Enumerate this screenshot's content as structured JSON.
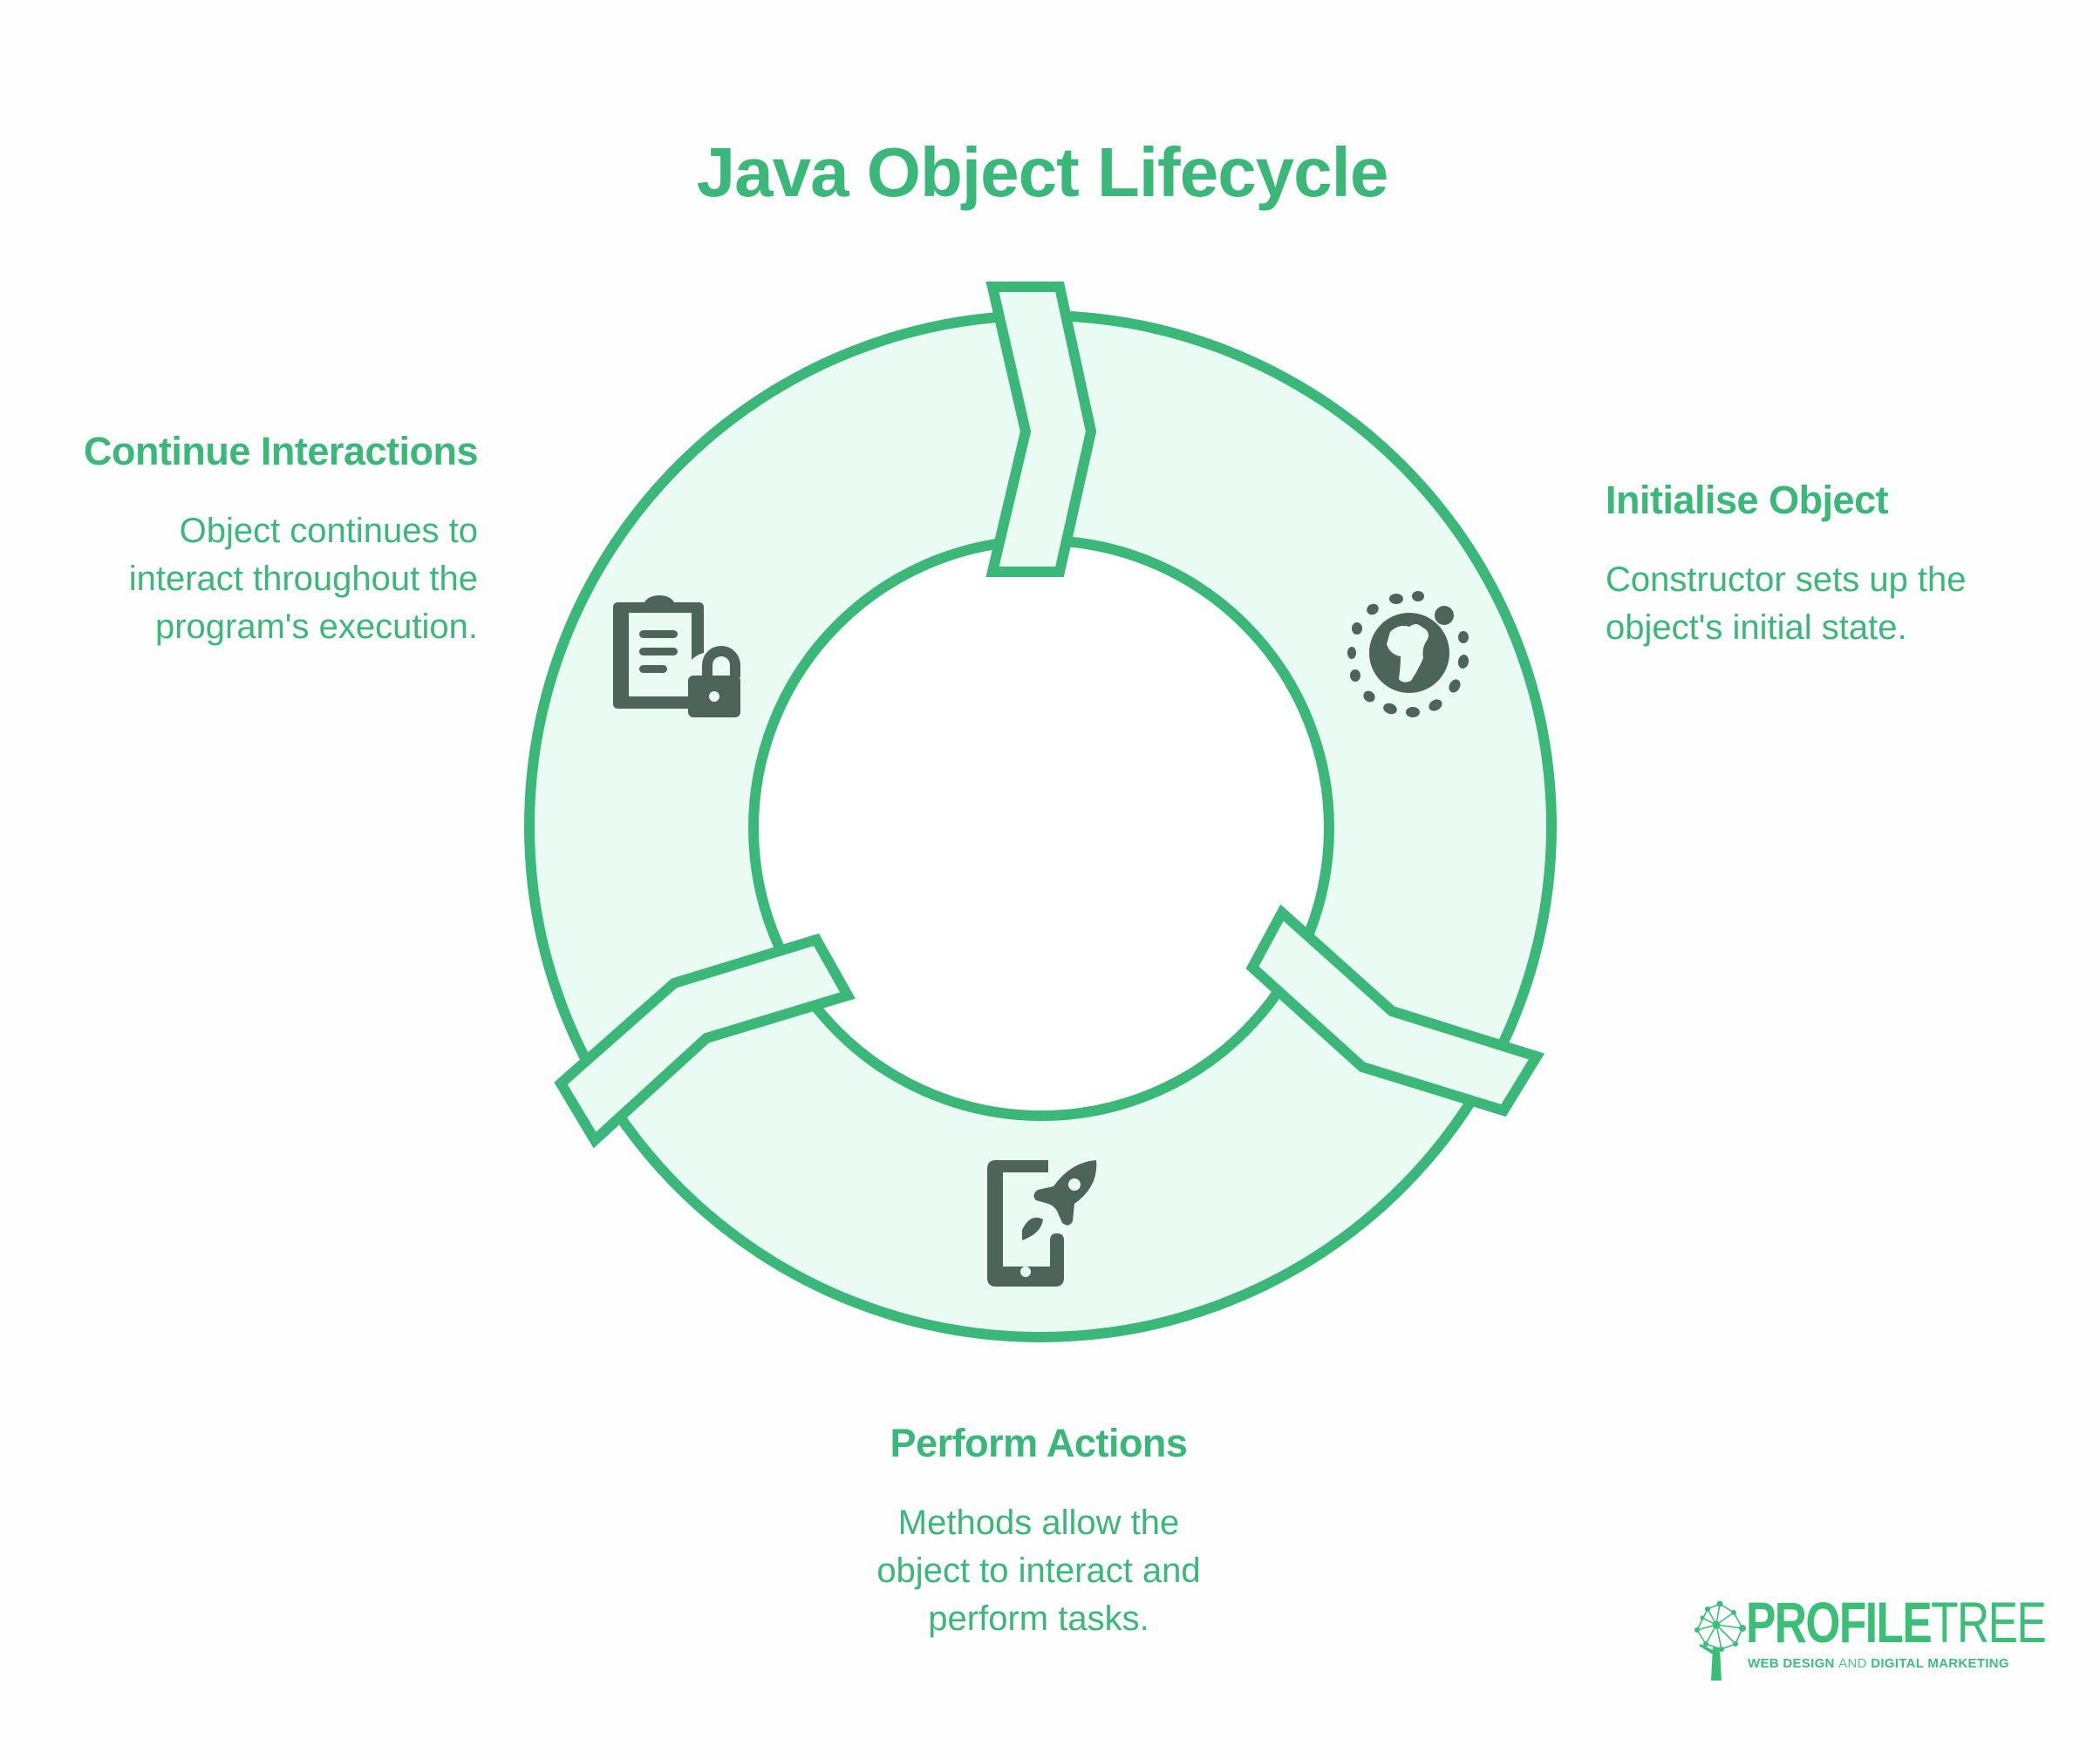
{
  "title": "Java Object Lifecycle",
  "colors": {
    "accent": "#3bb77a",
    "ring_fill": "#e9fbf2",
    "icon": "#4d6459",
    "background": "#fefefe"
  },
  "stages": [
    {
      "id": "initialise",
      "heading": "Initialise Object",
      "body": [
        "Constructor sets up the",
        "object's initial state."
      ],
      "icon": "globe-icon"
    },
    {
      "id": "perform",
      "heading": "Perform Actions",
      "body": [
        "Methods allow the",
        "object to interact and",
        "perform tasks."
      ],
      "icon": "phone-rocket-icon"
    },
    {
      "id": "continue",
      "heading": "Continue Interactions",
      "body": [
        "Object continues to",
        "interact throughout the",
        "program's execution."
      ],
      "icon": "clipboard-lock-icon"
    }
  ],
  "logo": {
    "name_bold": "PROFILE",
    "name_light": "TREE",
    "tagline_part1": "WEB DESIGN ",
    "tagline_part2": "AND ",
    "tagline_part3": "DIGITAL MARKETING"
  }
}
